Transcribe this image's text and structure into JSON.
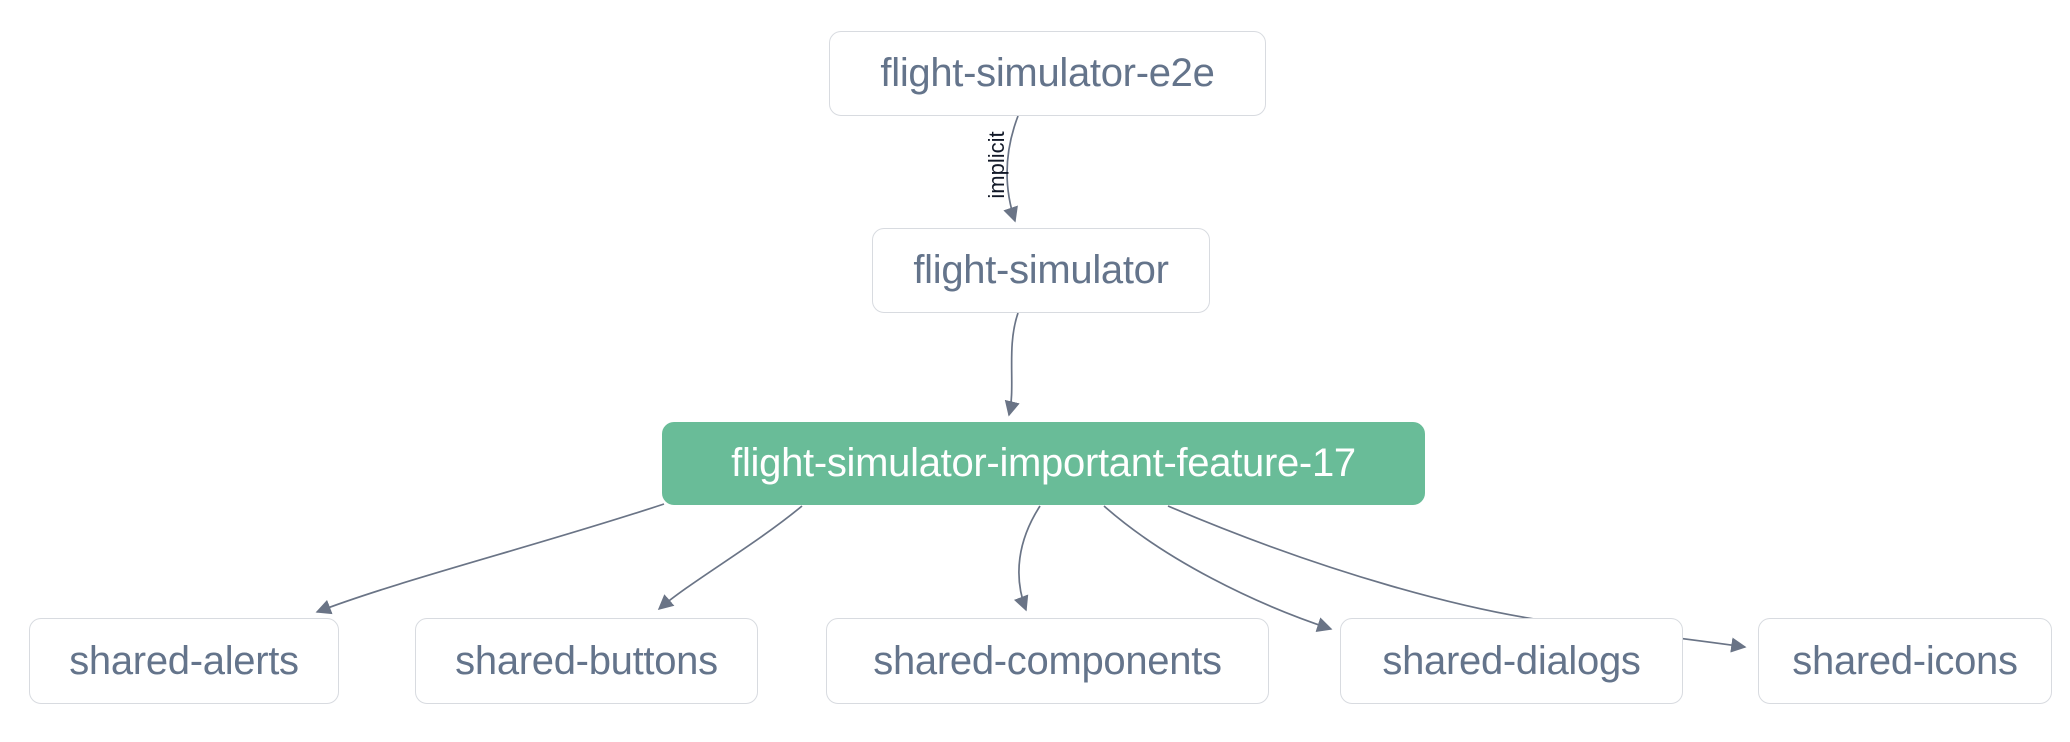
{
  "graph": {
    "nodes": [
      {
        "id": "flight-simulator-e2e",
        "label": "flight-simulator-e2e",
        "highlighted": false
      },
      {
        "id": "flight-simulator",
        "label": "flight-simulator",
        "highlighted": false
      },
      {
        "id": "flight-simulator-important-feature-17",
        "label": "flight-simulator-important-feature-17",
        "highlighted": true
      },
      {
        "id": "shared-alerts",
        "label": "shared-alerts",
        "highlighted": false
      },
      {
        "id": "shared-buttons",
        "label": "shared-buttons",
        "highlighted": false
      },
      {
        "id": "shared-components",
        "label": "shared-components",
        "highlighted": false
      },
      {
        "id": "shared-dialogs",
        "label": "shared-dialogs",
        "highlighted": false
      },
      {
        "id": "shared-icons",
        "label": "shared-icons",
        "highlighted": false
      }
    ],
    "edges": [
      {
        "from": "flight-simulator-e2e",
        "to": "flight-simulator",
        "label": "implicit"
      },
      {
        "from": "flight-simulator",
        "to": "flight-simulator-important-feature-17",
        "label": ""
      },
      {
        "from": "flight-simulator-important-feature-17",
        "to": "shared-alerts",
        "label": ""
      },
      {
        "from": "flight-simulator-important-feature-17",
        "to": "shared-buttons",
        "label": ""
      },
      {
        "from": "flight-simulator-important-feature-17",
        "to": "shared-components",
        "label": ""
      },
      {
        "from": "flight-simulator-important-feature-17",
        "to": "shared-dialogs",
        "label": ""
      },
      {
        "from": "flight-simulator-important-feature-17",
        "to": "shared-icons",
        "label": ""
      }
    ],
    "colors": {
      "background": "#ffffff",
      "node_border": "#d8dbe0",
      "node_text": "#64748b",
      "highlight_background": "#69bc98",
      "highlight_text": "#ffffff",
      "edge": "#6a7486",
      "edge_label_text": "#111827"
    }
  }
}
